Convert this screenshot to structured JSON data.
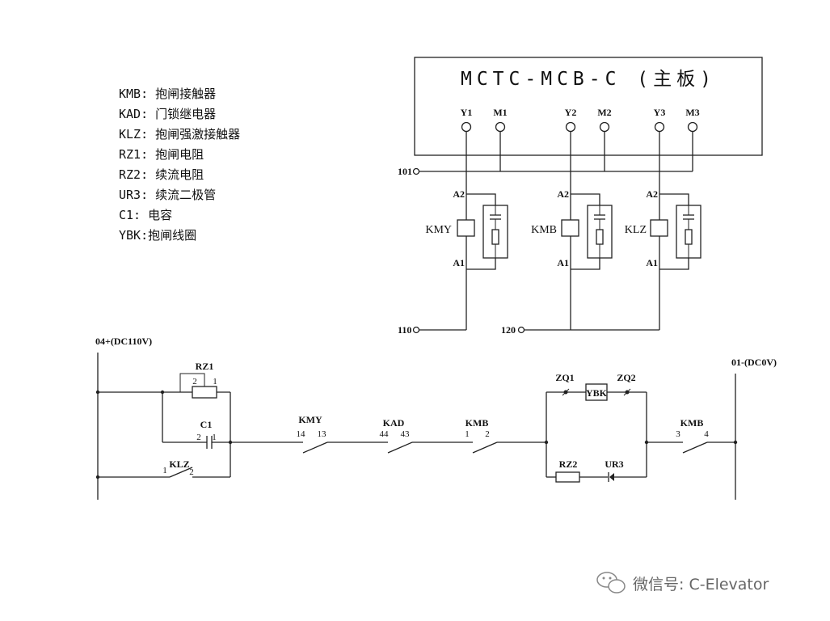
{
  "board": {
    "title": "MCTC-MCB-C (主板)"
  },
  "terminals": {
    "y1": "Y1",
    "m1": "M1",
    "y2": "Y2",
    "m2": "M2",
    "y3": "Y3",
    "m3": "M3"
  },
  "nodes": {
    "n101": "101",
    "n110": "110",
    "n120": "120"
  },
  "coils": {
    "kmy": {
      "label": "KMY",
      "a2": "A2",
      "a1": "A1"
    },
    "kmb": {
      "label": "KMB",
      "a2": "A2",
      "a1": "A1"
    },
    "klz": {
      "label": "KLZ",
      "a2": "A2",
      "a1": "A1"
    }
  },
  "legend": [
    "KMB: 抱闸接触器",
    "KAD: 门锁继电器",
    "KLZ: 抱闸强激接触器",
    "RZ1: 抱闸电阻",
    "RZ2: 续流电阻",
    "UR3: 续流二极管",
    " C1: 电容",
    "YBK:抱闸线圈"
  ],
  "circuit": {
    "supply_pos": "04+(DC110V)",
    "supply_neg": "01-(DC0V)",
    "rz1": {
      "label": "RZ1",
      "pin2": "2",
      "pin1": "1"
    },
    "c1": {
      "label": "C1",
      "pin2": "2",
      "pin1": "1"
    },
    "klz": {
      "label": "KLZ",
      "pin1": "1",
      "pin2": "2"
    },
    "kmy": {
      "label": "KMY",
      "pin14": "14",
      "pin13": "13"
    },
    "kad": {
      "label": "KAD",
      "pin44": "44",
      "pin43": "43"
    },
    "kmb1": {
      "label": "KMB",
      "pin1": "1",
      "pin2": "2"
    },
    "kmb2": {
      "label": "KMB",
      "pin3": "3",
      "pin4": "4"
    },
    "zq1": "ZQ1",
    "zq2": "ZQ2",
    "ybk": "YBK",
    "rz2": "RZ2",
    "ur3": "UR3"
  },
  "watermark": {
    "text": "微信号: C-Elevator",
    "icon": "wechat-icon"
  }
}
